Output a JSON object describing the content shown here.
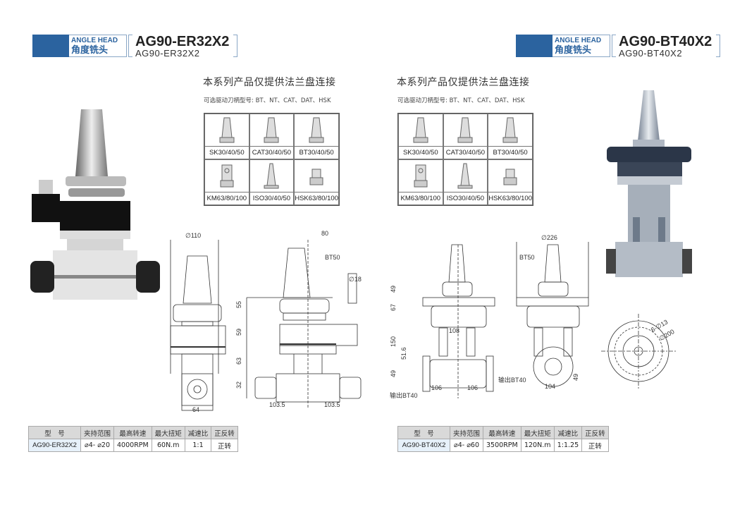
{
  "left": {
    "header": {
      "tag_en": "ANGLE HEAD",
      "tag_zh": "角度铣头",
      "title": "AG90-ER32X2",
      "subtitle": "AG90-ER32X2"
    },
    "notice": "本系列产品仅提供法兰盘连接",
    "subnote": "可选驱动刀柄型号: BT、NT、CAT、DAT、HSK",
    "shanks": [
      "SK30/40/50",
      "CAT30/40/50",
      "BT30/40/50",
      "KM63/80/100",
      "ISO30/40/50",
      "HSK63/80/100"
    ],
    "drawing": {
      "front_width": "∅110",
      "bottom_width": "64",
      "side_offset": "80",
      "taper": "BT50",
      "stop_dia": "∅18",
      "heights": [
        "55",
        "59",
        "63",
        "32"
      ],
      "half_widths": [
        "103.5",
        "103.5"
      ]
    },
    "table": {
      "headers": [
        "型　号",
        "夹持范围",
        "最高转速",
        "最大扭矩",
        "减速比",
        "正反转"
      ],
      "row": [
        "AG90-ER32X2",
        "⌀4- ⌀20",
        "4000RPM",
        "60N.m",
        "1:1",
        "正转"
      ]
    }
  },
  "right": {
    "header": {
      "tag_en": "ANGLE HEAD",
      "tag_zh": "角度铣头",
      "title": "AG90-BT40X2",
      "subtitle": "AG90-BT40X2"
    },
    "notice": "本系列产品仅提供法兰盘连接",
    "subnote": "可选驱动刀柄型号: BT、NT、CAT、DAT、HSK",
    "shanks": [
      "SK30/40/50",
      "CAT30/40/50",
      "BT30/40/50",
      "KM63/80/100",
      "ISO30/40/50",
      "HSK63/80/100"
    ],
    "drawing": {
      "heights": [
        "49",
        "67",
        "150",
        "51.6",
        "49"
      ],
      "center_width": "108",
      "half_widths": [
        "106",
        "106"
      ],
      "output_left": "输出BT40",
      "output_right": "输出BT40",
      "flange_dia": "∅226",
      "taper": "BT50",
      "side_height": "49",
      "side_width": "104",
      "bolt_holes": "6-∅13",
      "pcd": "∅200"
    },
    "table": {
      "headers": [
        "型　号",
        "夹持范围",
        "最高转速",
        "最大扭矩",
        "减速比",
        "正反转"
      ],
      "row": [
        "AG90-BT40X2",
        "⌀4- ⌀60",
        "3500RPM",
        "120N.m",
        "1:1.25",
        "正转"
      ]
    }
  },
  "colors": {
    "brand_blue": "#2b639f",
    "model_cell": "#e7f1fa",
    "header_cell": "#d9d9d9"
  }
}
